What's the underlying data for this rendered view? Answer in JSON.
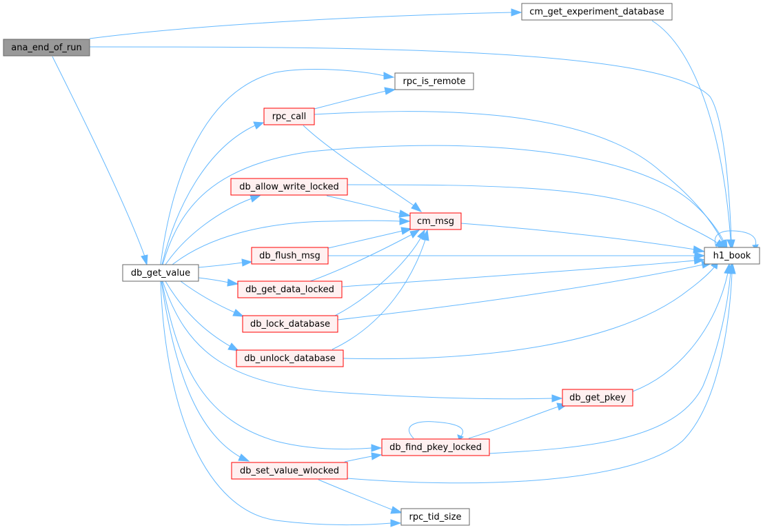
{
  "graph": {
    "type": "call-graph",
    "colors": {
      "edge": "#63b8ff",
      "root_fill": "#999999",
      "root_border": "#666666",
      "plain_fill": "#ffffff",
      "plain_border": "#666666",
      "red_fill": "#fff0f0",
      "red_border": "#ff0000"
    },
    "nodes": {
      "ana_end_of_run": "ana_end_of_run",
      "cm_get_experiment_database": "cm_get_experiment_database",
      "rpc_is_remote": "rpc_is_remote",
      "rpc_call": "rpc_call",
      "db_allow_write_locked": "db_allow_write_locked",
      "cm_msg": "cm_msg",
      "db_flush_msg": "db_flush_msg",
      "db_get_value": "db_get_value",
      "h1_book": "h1_book",
      "db_get_data_locked": "db_get_data_locked",
      "db_lock_database": "db_lock_database",
      "db_unlock_database": "db_unlock_database",
      "db_get_pkey": "db_get_pkey",
      "db_find_pkey_locked": "db_find_pkey_locked",
      "db_set_value_wlocked": "db_set_value_wlocked",
      "rpc_tid_size": "rpc_tid_size"
    },
    "edges": [
      [
        "ana_end_of_run",
        "cm_get_experiment_database"
      ],
      [
        "ana_end_of_run",
        "h1_book"
      ],
      [
        "ana_end_of_run",
        "db_get_value"
      ],
      [
        "cm_get_experiment_database",
        "h1_book"
      ],
      [
        "db_get_value",
        "rpc_is_remote"
      ],
      [
        "db_get_value",
        "rpc_call"
      ],
      [
        "db_get_value",
        "h1_book"
      ],
      [
        "db_get_value",
        "db_allow_write_locked"
      ],
      [
        "db_get_value",
        "cm_msg"
      ],
      [
        "db_get_value",
        "db_flush_msg"
      ],
      [
        "db_get_value",
        "db_get_data_locked"
      ],
      [
        "db_get_value",
        "db_lock_database"
      ],
      [
        "db_get_value",
        "db_unlock_database"
      ],
      [
        "db_get_value",
        "db_get_pkey"
      ],
      [
        "db_get_value",
        "db_find_pkey_locked"
      ],
      [
        "db_get_value",
        "db_set_value_wlocked"
      ],
      [
        "db_get_value",
        "rpc_tid_size"
      ],
      [
        "rpc_call",
        "rpc_is_remote"
      ],
      [
        "rpc_call",
        "h1_book"
      ],
      [
        "rpc_call",
        "cm_msg"
      ],
      [
        "db_allow_write_locked",
        "cm_msg"
      ],
      [
        "db_allow_write_locked",
        "h1_book"
      ],
      [
        "cm_msg",
        "h1_book"
      ],
      [
        "db_flush_msg",
        "cm_msg"
      ],
      [
        "db_flush_msg",
        "h1_book"
      ],
      [
        "db_get_data_locked",
        "cm_msg"
      ],
      [
        "db_get_data_locked",
        "h1_book"
      ],
      [
        "db_lock_database",
        "cm_msg"
      ],
      [
        "db_lock_database",
        "h1_book"
      ],
      [
        "db_unlock_database",
        "cm_msg"
      ],
      [
        "db_unlock_database",
        "h1_book"
      ],
      [
        "db_get_pkey",
        "h1_book"
      ],
      [
        "db_find_pkey_locked",
        "db_find_pkey_locked"
      ],
      [
        "db_find_pkey_locked",
        "db_get_pkey"
      ],
      [
        "db_find_pkey_locked",
        "h1_book"
      ],
      [
        "db_set_value_wlocked",
        "db_find_pkey_locked"
      ],
      [
        "db_set_value_wlocked",
        "h1_book"
      ],
      [
        "db_set_value_wlocked",
        "rpc_tid_size"
      ],
      [
        "h1_book",
        "h1_book"
      ]
    ]
  }
}
